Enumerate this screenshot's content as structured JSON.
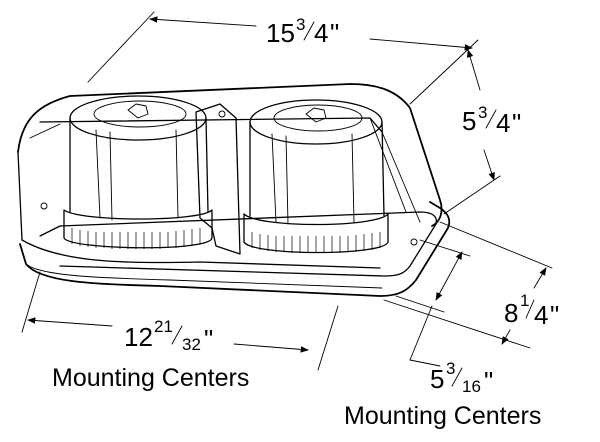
{
  "dimensions": {
    "length": {
      "whole": "15",
      "num": "3",
      "den": "4",
      "unit": "\""
    },
    "height": {
      "whole": "5",
      "num": "3",
      "den": "4",
      "unit": "\""
    },
    "depth": {
      "whole": "8",
      "num": "1",
      "den": "4",
      "unit": "\""
    },
    "mount_long": {
      "whole": "12",
      "num": "21",
      "den": "32",
      "unit": "\"",
      "caption": "Mounting Centers"
    },
    "mount_short": {
      "whole": "5",
      "num": "3",
      "den": "16",
      "unit": "\"",
      "caption": "Mounting Centers"
    }
  }
}
